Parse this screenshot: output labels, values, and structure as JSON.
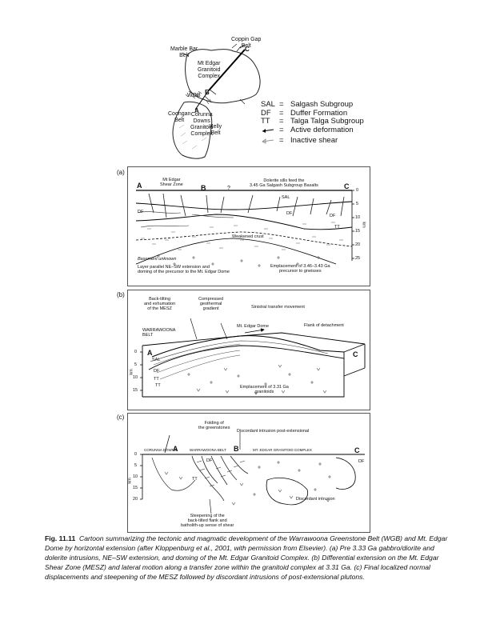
{
  "map": {
    "labels": {
      "coppin_gap": "Coppin Gap\nBelt",
      "c": "C",
      "marble_bar": "Marble Bar\nBelt",
      "mt_edgar": "Mt Edgar\nGranitoid\nComplex",
      "wgb": "WGB",
      "b": "B",
      "a": "A",
      "coongan": "Coongan\nBelt",
      "corunna": "Corunna\nDowns\nGranitoid\nComplex",
      "kelly": "Kelly\nBelt"
    }
  },
  "legend": [
    {
      "key": "SAL",
      "text": "Salgash Subgroup"
    },
    {
      "key": "DF",
      "text": "Duffer Formation"
    },
    {
      "key": "TT",
      "text": "Talga Talga Subgroup"
    },
    {
      "key": "",
      "text": "Active deformation"
    },
    {
      "key": "",
      "text": "Inactive shear"
    }
  ],
  "panel_a": {
    "tag": "(a)",
    "A": "A",
    "B": "B",
    "C": "C",
    "q": "?",
    "shear_zone": "Mt Edgar\nShear Zone",
    "dolerite": "Dolerite sills feed the\n3.45 Ga Salgash Subgroup Basalts",
    "sal": "SAL",
    "df_left": "DF",
    "df_mid": "DF",
    "df_right": "DF",
    "tt": "TT",
    "weakened": "Weakened crust",
    "basement": "Basement unknown",
    "layer_parallel": "Layer parallel NE–SW extension and\ndoming of the precursor to the Mt. Edgar Dome",
    "emplacement": "Emplacement of 3.46–3.43 Ga\nprecursor to gneisses",
    "depth_ticks": [
      "0",
      "5",
      "10",
      "15",
      "20",
      "25"
    ],
    "km": "km"
  },
  "panel_b": {
    "tag": "(b)",
    "backtilting": "Back-tilting\nand exhumation\nof the MESZ",
    "compressed": "Compressed\ngeothermal\ngradient",
    "sinistral": "Sinistral transfer movement",
    "dome": "Mt. Edgar Dome",
    "flank": "Flank of detachment",
    "warrawoona": "WARRAWOONA\nBELT",
    "A": "A",
    "C": "C",
    "sal": "SAL",
    "df": "DF",
    "tt1": "TT",
    "tt2": "TT",
    "emplacement": "Emplacement of 3.31 Ga\ngranitoids",
    "depth_ticks": [
      "0",
      "5",
      "10",
      "15"
    ],
    "km": "km"
  },
  "panel_c": {
    "tag": "(c)",
    "folding": "Folding of\nthe greenstones",
    "discordant_post": "Discordant intrusion post-extensional",
    "corunna": "CORUNNA DOWNS",
    "warrawoona": "WARRAWOONA BELT",
    "mt_edgar": "MT. EDGAR GRANITOID COMPLEX",
    "A": "A",
    "B": "B",
    "C": "C",
    "df_left": "DF",
    "df_right": "DF",
    "tt": "TT",
    "steepening": "Steepening of the\nback-tilted flank and\nbatholith-up sense of shear",
    "discordant": "Discordant intrusion",
    "depth_ticks": [
      "0",
      "5",
      "10",
      "15",
      "20"
    ],
    "km": "km"
  },
  "caption": {
    "fig": "Fig. 11.11",
    "text": "Cartoon summarizing the tectonic and magmatic development of the Warrawoona Greenstone Belt (WGB) and Mt. Edgar Dome by horizontal extension (after Kloppenburg et al., 2001, with permission from Elsevier). (a) Pre 3.33 Ga gabbro/diorite and dolerite intrusions, NE–SW extension, and doming of the Mt. Edgar Granitoid Complex. (b) Differential extension on the Mt. Edgar Shear Zone (MESZ) and lateral motion along a transfer zone within the granitoid complex at 3.31 Ga. (c) Final localized normal displacements and steepening of the MESZ followed by discordant intrusions of post-extensional plutons."
  }
}
